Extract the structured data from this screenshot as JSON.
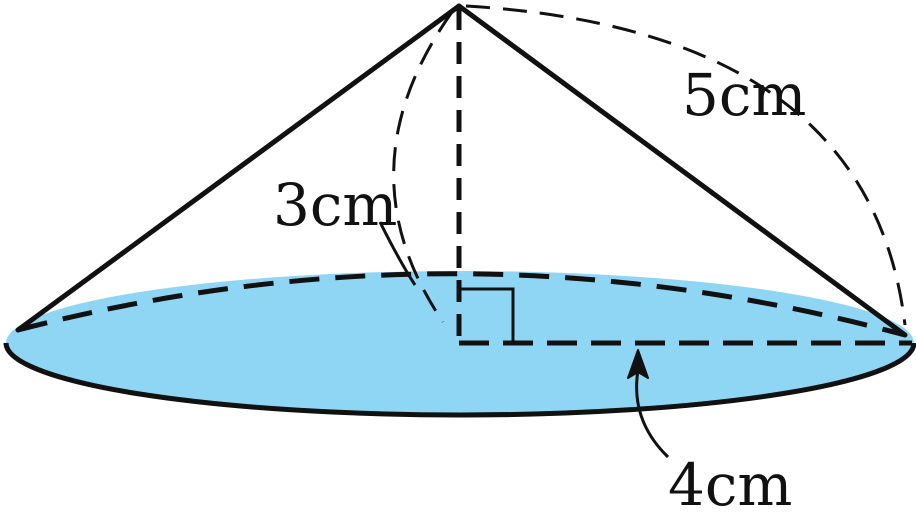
{
  "colors": {
    "base_fill": "#8fd6f5",
    "stroke": "#111111",
    "background": "#ffffff"
  },
  "labels": {
    "height": "3cm",
    "slant": "5cm",
    "radius": "4cm"
  }
}
